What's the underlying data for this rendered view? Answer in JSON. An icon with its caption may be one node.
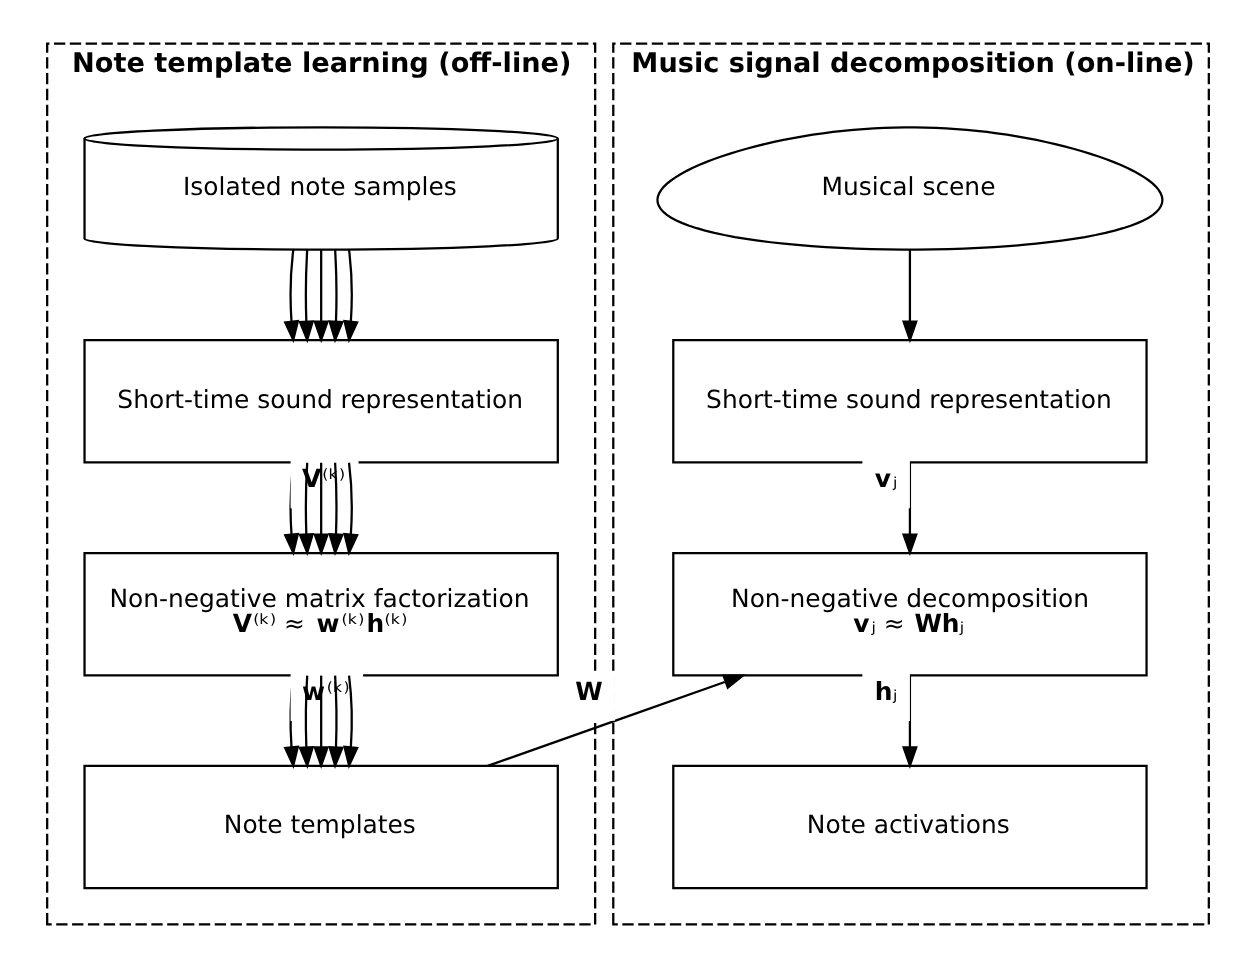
{
  "diagram": {
    "nodes": [
      {
        "text": [
          "Note template learning (off-line)"
        ]
      },
      {
        "text": [
          "Isolated note samples"
        ],
        "in": 0
      },
      {
        "text": [
          "Short-time sound representation"
        ],
        "in": 0
      },
      {
        "text": [
          "Non-negative matrix factorization",
          "**V**⁽ᵏ⁾ ≈ **w**⁽ᵏ⁾**h**⁽ᵏ⁾"
        ],
        "in": 0
      },
      {
        "text": [
          "Note templates"
        ],
        "in": 0
      },
      {
        "text": [
          "Music signal decomposition (on-line)"
        ]
      },
      {
        "text": [
          "Musical scene"
        ],
        "in": 5
      },
      {
        "text": [
          "Short-time sound representation"
        ],
        "in": 5
      },
      {
        "text": [
          "Non-negative decomposition",
          "**v**ⱼ ≈ **Wh**ⱼ"
        ],
        "in": 5
      },
      {
        "text": [
          "Note activations"
        ],
        "in": 5
      }
    ],
    "edges": [
      {
        "from": 1,
        "to": 2,
        "arrow": "to"
      },
      {
        "from": 1,
        "to": 2,
        "arrow": "to"
      },
      {
        "from": 1,
        "to": 2,
        "arrow": "to"
      },
      {
        "from": 1,
        "to": 2,
        "arrow": "to"
      },
      {
        "from": 1,
        "to": 2,
        "arrow": "to"
      },
      {
        "from": 2,
        "to": 3,
        "arrow": "to",
        "label": "**V**⁽ᵏ⁾"
      },
      {
        "from": 2,
        "to": 3,
        "arrow": "to"
      },
      {
        "from": 2,
        "to": 3,
        "arrow": "to"
      },
      {
        "from": 2,
        "to": 3,
        "arrow": "to"
      },
      {
        "from": 2,
        "to": 3,
        "arrow": "to"
      },
      {
        "from": 3,
        "to": 4,
        "arrow": "to",
        "label": "**w**⁽ᵏ⁾"
      },
      {
        "from": 3,
        "to": 4,
        "arrow": "to"
      },
      {
        "from": 3,
        "to": 4,
        "arrow": "to"
      },
      {
        "from": 3,
        "to": 4,
        "arrow": "to"
      },
      {
        "from": 3,
        "to": 4,
        "arrow": "to"
      },
      {
        "from": 4,
        "to": 8,
        "arrow": "to",
        "label": "**W**"
      },
      {
        "from": 6,
        "to": 7,
        "arrow": "to"
      },
      {
        "from": 7,
        "to": 8,
        "arrow": "to",
        "label": "**v**ⱼ"
      },
      {
        "from": 8,
        "to": 9,
        "arrow": "to",
        "label": "**h**ⱼ"
      }
    ]
  }
}
